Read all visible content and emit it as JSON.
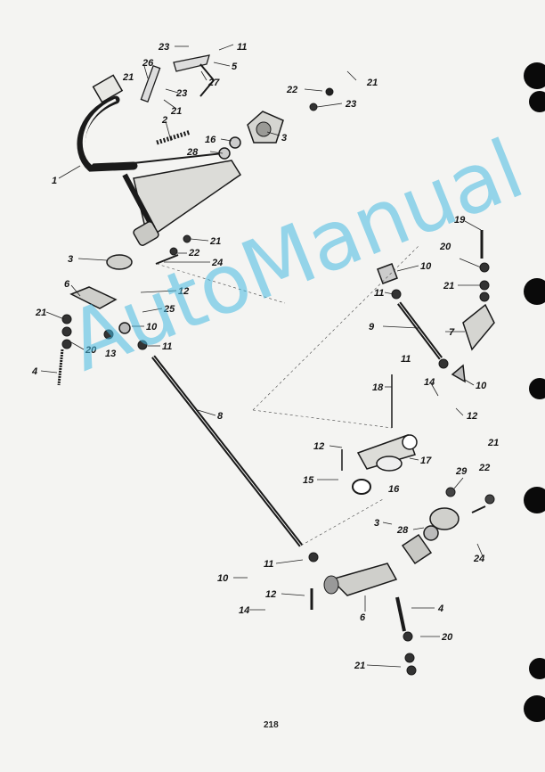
{
  "page_number": "218",
  "watermark": "AutoManual",
  "callouts": {
    "c23a": "23",
    "c11a": "11",
    "c5": "5",
    "c26": "26",
    "c21a": "21",
    "c27": "27",
    "c23b": "23",
    "c21b": "21",
    "c2": "2",
    "c1": "1",
    "c22a": "22",
    "c21c": "21",
    "c23c": "23",
    "c16a": "16",
    "c3a": "3",
    "c28a": "28",
    "c21d": "21",
    "c22b": "22",
    "c24a": "24",
    "c3b": "3",
    "c6a": "6",
    "c12a": "12",
    "c25": "25",
    "c21e": "21",
    "c10a": "10",
    "c20a": "20",
    "c13": "13",
    "c11b": "11",
    "c4a": "4",
    "c8": "8",
    "c19": "19",
    "c20b": "20",
    "c21f": "21",
    "c10b": "10",
    "c11c": "11",
    "c9": "9",
    "c7": "7",
    "c11d": "11",
    "c18": "18",
    "c14a": "14",
    "c10c": "10",
    "c12b": "12",
    "c21g": "21",
    "c12c": "12",
    "c17": "17",
    "c15": "15",
    "c16b": "16",
    "c29": "29",
    "c22c": "22",
    "c3c": "3",
    "c28b": "28",
    "c24b": "24",
    "c11e": "11",
    "c10d": "10",
    "c12d": "12",
    "c14b": "14",
    "c6b": "6",
    "c4b": "4",
    "c20c": "20",
    "c21h": "21"
  }
}
